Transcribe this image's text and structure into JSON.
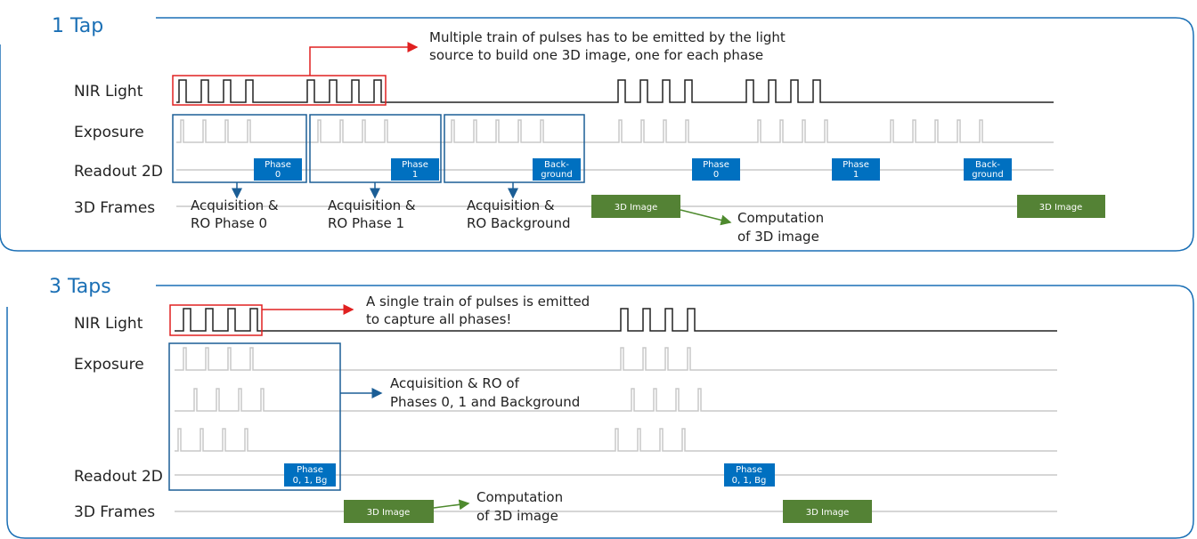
{
  "colors": {
    "panel_border": "#1a6fb5",
    "title": "#1a6fb5",
    "light_trace": "#222222",
    "exposure_trace": "#c8c8c8",
    "highlight_red": "#e02020",
    "box_blue": "#1b5e96",
    "phase_fill": "#0070c0",
    "image_fill": "#548235",
    "arrow_green": "#4e8a2e"
  },
  "panel1": {
    "title": "1 Tap",
    "rows": [
      "NIR Light",
      "Exposure",
      "Readout 2D",
      "3D Frames"
    ],
    "callout": [
      "Multiple train of pulses has to be emitted by the light",
      "source to build one 3D image, one for each phase"
    ],
    "readout_boxes": [
      [
        "Phase",
        "0"
      ],
      [
        "Phase",
        "1"
      ],
      [
        "Back-",
        "ground"
      ],
      [
        "Phase",
        "0"
      ],
      [
        "Phase",
        "1"
      ],
      [
        "Back-",
        "ground"
      ]
    ],
    "acq_labels": [
      [
        "Acquisition &",
        "RO Phase 0"
      ],
      [
        "Acquisition &",
        "RO Phase 1"
      ],
      [
        "Acquisition &",
        "RO Background"
      ]
    ],
    "image_label": "3D Image",
    "computation": [
      "Computation",
      "of 3D image"
    ]
  },
  "panel2": {
    "title": "3 Taps",
    "rows": [
      "NIR Light",
      "Exposure",
      "Readout 2D",
      "3D Frames"
    ],
    "callout": [
      "A single train of pulses is emitted",
      "to capture all phases!"
    ],
    "acq_note": [
      "Acquisition & RO of",
      "Phases 0, 1 and Background"
    ],
    "readout_boxes": [
      [
        "Phase",
        "0, 1, Bg"
      ],
      [
        "Phase",
        "0, 1, Bg"
      ]
    ],
    "image_label": "3D Image",
    "computation": [
      "Computation",
      "of 3D image"
    ]
  }
}
